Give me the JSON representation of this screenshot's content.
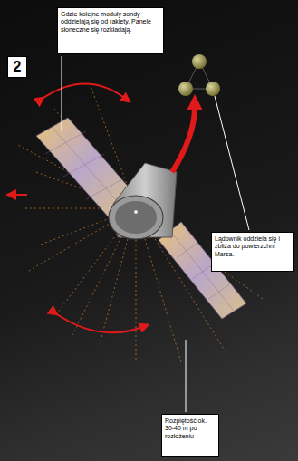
{
  "diagram": {
    "nodes": [
      {
        "text": [
          "Gdzie kolejne moduły sondy oddzielają się od rakiety. Panele słoneczne się rozkładają."
        ]
      },
      {
        "text": [
          "2"
        ]
      },
      {
        "text": [
          "Lądownik oddziela się i zbliża do powierzchni Marsa."
        ]
      },
      {
        "text": [
          "Rozpiętość ok. 30-40 m po rozłożeniu"
        ]
      }
    ],
    "edges": []
  }
}
